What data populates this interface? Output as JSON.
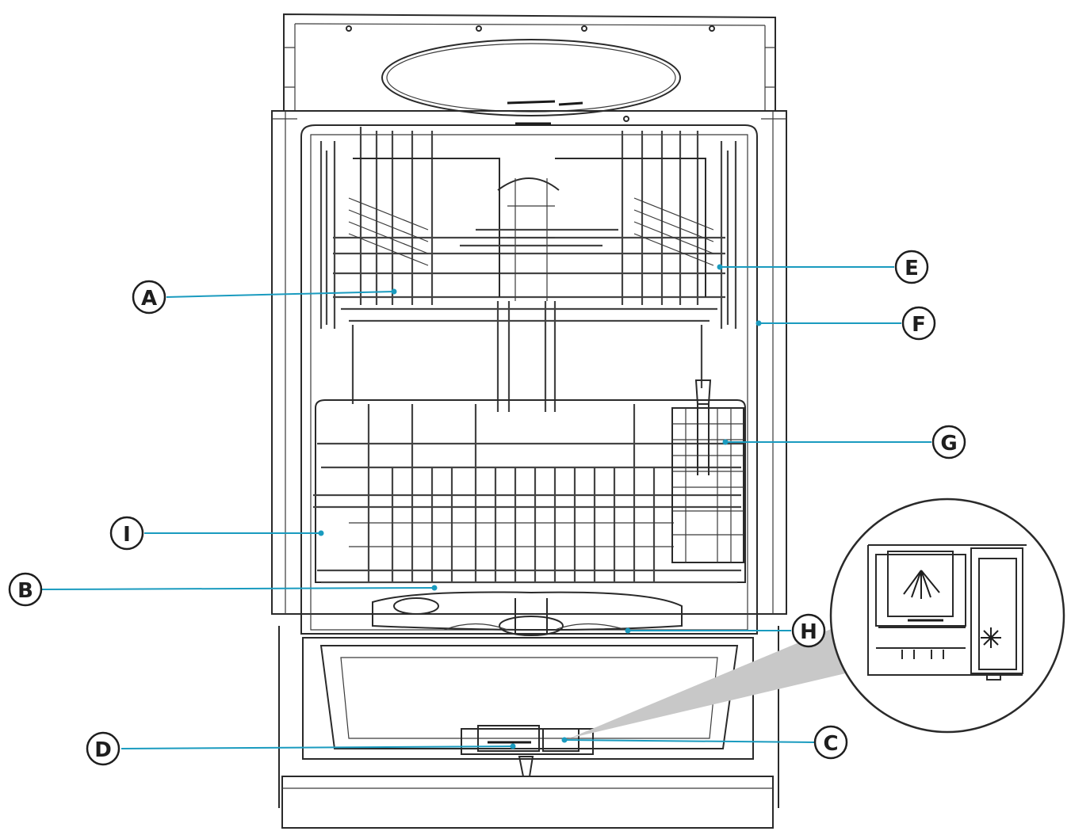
{
  "colors": {
    "leader": "#1a9bbf",
    "outline": "#2a2a2a",
    "callout_fill": "#ffffff",
    "zoom_wedge": "#c8c8c8"
  },
  "labels": [
    {
      "id": "A",
      "text": "A"
    },
    {
      "id": "B",
      "text": "B"
    },
    {
      "id": "C",
      "text": "C"
    },
    {
      "id": "D",
      "text": "D"
    },
    {
      "id": "E",
      "text": "E"
    },
    {
      "id": "F",
      "text": "F"
    },
    {
      "id": "G",
      "text": "G"
    },
    {
      "id": "H",
      "text": "H"
    },
    {
      "id": "I",
      "text": "I"
    }
  ],
  "icons": {
    "detergent_dispenser": "spray-icon",
    "rinse_aid": "sparkle-icon"
  }
}
